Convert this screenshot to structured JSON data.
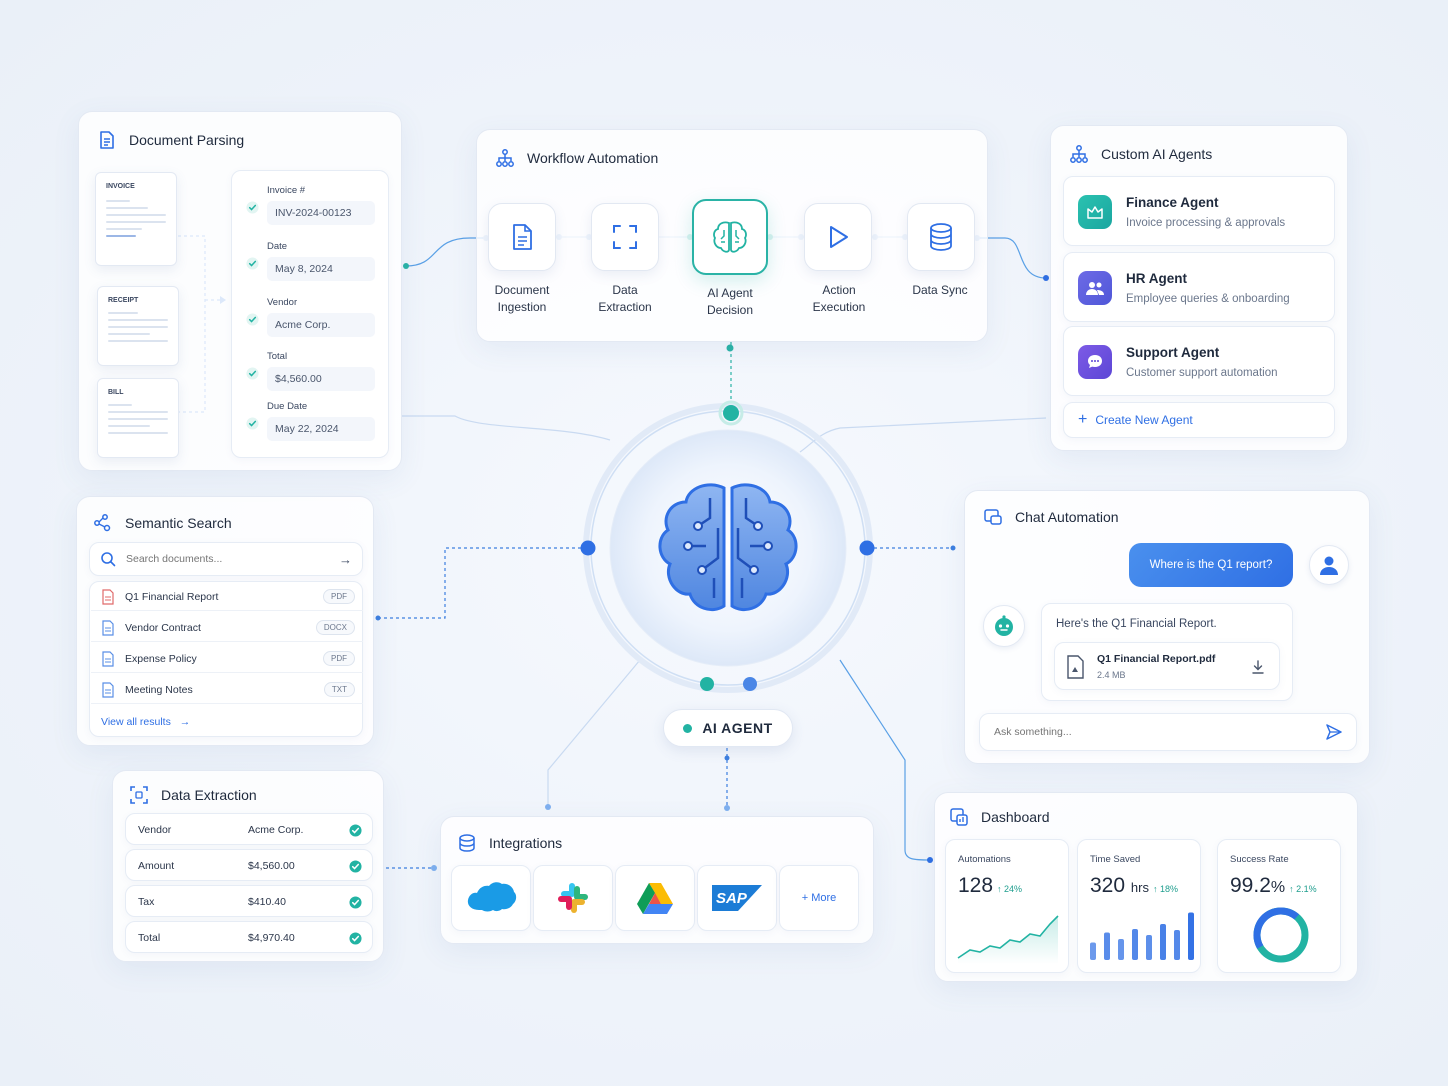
{
  "colors": {
    "accent": "#2f6fe4",
    "teal": "#22b3a3",
    "brand_purple": "#6a5be0"
  },
  "document_parsing": {
    "title": "Document Parsing",
    "thumbnails": [
      "INVOICE",
      "RECEIPT",
      "BILL"
    ],
    "fields": [
      {
        "label": "Invoice #",
        "value": "INV-2024-00123"
      },
      {
        "label": "Date",
        "value": "May 8, 2024"
      },
      {
        "label": "Vendor",
        "value": "Acme Corp."
      },
      {
        "label": "Total",
        "value": "$4,560.00"
      },
      {
        "label": "Due Date",
        "value": "May 22, 2024"
      }
    ]
  },
  "workflow": {
    "title": "Workflow Automation",
    "steps": [
      {
        "icon": "document-icon",
        "label_line1": "Document",
        "label_line2": "Ingestion"
      },
      {
        "icon": "scan-icon",
        "label_line1": "Data",
        "label_line2": "Extraction"
      },
      {
        "icon": "brain-icon",
        "label_line1": "AI Agent",
        "label_line2": "Decision"
      },
      {
        "icon": "play-icon",
        "label_line1": "Action",
        "label_line2": "Execution"
      },
      {
        "icon": "database-icon",
        "label_line1": "Data Sync",
        "label_line2": ""
      }
    ]
  },
  "agents": {
    "title": "Custom AI Agents",
    "items": [
      {
        "name": "Finance Agent",
        "desc": "Invoice processing & approvals",
        "icon": "finance-icon"
      },
      {
        "name": "HR Agent",
        "desc": "Employee queries & onboarding",
        "icon": "people-icon"
      },
      {
        "name": "Support Agent",
        "desc": "Customer support automation",
        "icon": "chat-bubble-icon"
      }
    ],
    "create_label": "Create New Agent"
  },
  "search": {
    "title": "Semantic Search",
    "placeholder": "Search documents...",
    "results": [
      {
        "name": "Q1 Financial Report",
        "type": "PDF"
      },
      {
        "name": "Vendor Contract",
        "type": "DOCX"
      },
      {
        "name": "Expense Policy",
        "type": "PDF"
      },
      {
        "name": "Meeting Notes",
        "type": "TXT"
      }
    ],
    "view_all": "View all results"
  },
  "chat": {
    "title": "Chat Automation",
    "user_message": "Where is the Q1 report?",
    "bot_message": "Here's the Q1 Financial Report.",
    "attachment_name": "Q1 Financial Report.pdf",
    "attachment_size": "2.4 MB",
    "input_placeholder": "Ask something..."
  },
  "hub": {
    "label": "AI AGENT"
  },
  "extraction": {
    "title": "Data Extraction",
    "rows": [
      {
        "key": "Vendor",
        "value": "Acme Corp."
      },
      {
        "key": "Amount",
        "value": "$4,560.00"
      },
      {
        "key": "Tax",
        "value": "$410.40"
      },
      {
        "key": "Total",
        "value": "$4,970.40"
      }
    ]
  },
  "integrations": {
    "title": "Integrations",
    "logos": [
      "salesforce-logo",
      "slack-logo",
      "google-drive-logo",
      "sap-logo"
    ],
    "sap_text": "SAP",
    "more_label": "+ More"
  },
  "dashboard": {
    "title": "Dashboard",
    "metrics": [
      {
        "label": "Automations",
        "value": "128",
        "unit": "",
        "delta": "↑ 24%"
      },
      {
        "label": "Time Saved",
        "value": "320",
        "unit": "hrs",
        "delta": "↑ 18%"
      },
      {
        "label": "Success Rate",
        "value": "99.2",
        "unit": "%",
        "delta": "↑ 2.1%"
      }
    ],
    "time_saved_bars": [
      0.35,
      0.55,
      0.42,
      0.62,
      0.5,
      0.72,
      0.6,
      0.95
    ],
    "success_fraction": 0.992
  }
}
